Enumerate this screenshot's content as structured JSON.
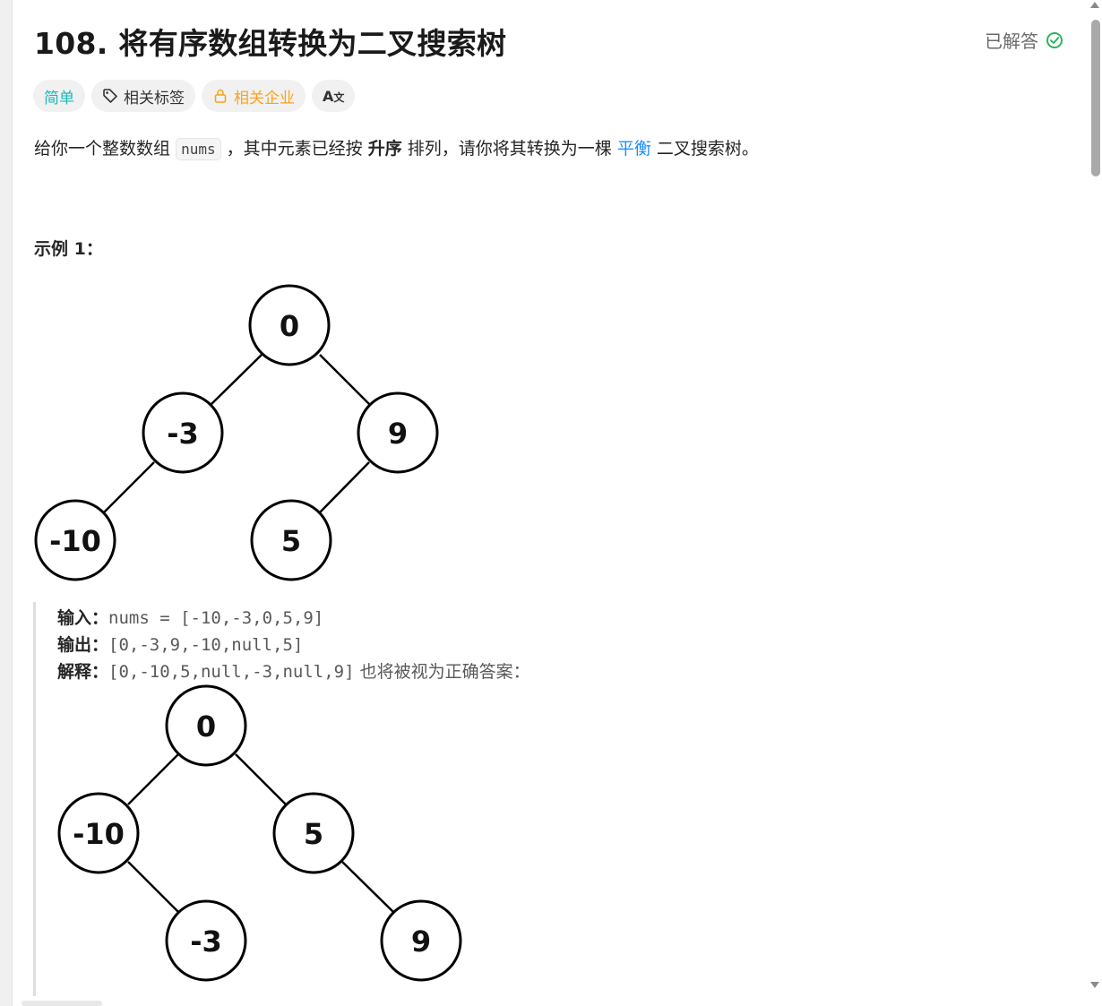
{
  "problem": {
    "title": "108. 将有序数组转换为二叉搜索树",
    "status": "已解答",
    "accent_green": "#2db55d"
  },
  "tags": {
    "difficulty": "简单",
    "topics": "相关标签",
    "companies": "相关企业",
    "translate": "A",
    "translate_sub": "文"
  },
  "description": {
    "part1": "给你一个整数数组",
    "code": "nums",
    "part2": "，其中元素已经按",
    "bold": "升序",
    "part3": "排列，请你将其转换为一棵",
    "link": "平衡",
    "part4": "二叉搜索树。"
  },
  "example1": {
    "title": "示例 1：",
    "tree_a": {
      "root": "0",
      "left": "-3",
      "right": "9",
      "left_left": "-10",
      "right_left": "5"
    },
    "input_label": "输入：",
    "input_value": "nums = [-10,-3,0,5,9]",
    "output_label": "输出：",
    "output_value": "[0,-3,9,-10,null,5]",
    "explain_label": "解释：",
    "explain_value": "[0,-10,5,null,-3,null,9]",
    "explain_text": "也将被视为正确答案：",
    "tree_b": {
      "root": "0",
      "left": "-10",
      "right": "5",
      "left_right": "-3",
      "right_right": "9"
    }
  }
}
